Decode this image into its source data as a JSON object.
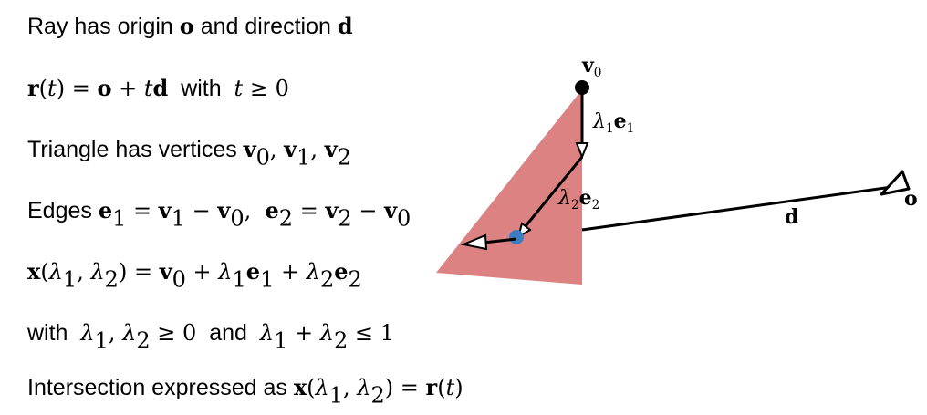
{
  "text_lines": {
    "line1": {
      "text_a": "Ray has origin",
      "o": "o",
      "text_b": "and direction",
      "d": "d"
    },
    "line2": {
      "r": "r",
      "t1": "t",
      "o": "o",
      "t2": "t",
      "d": "d",
      "text_with": "with",
      "t3": "t",
      "ge": "≥",
      "zero": "0"
    },
    "line3": {
      "text": "Triangle has vertices",
      "v": "v",
      "s0": "0",
      "s1": "1",
      "s2": "2"
    },
    "line4": {
      "text": "Edges",
      "e": "e",
      "v": "v",
      "s1": "1",
      "s0": "0",
      "s2": "2"
    },
    "line5": {
      "x": "x",
      "lam": "λ",
      "v": "v",
      "e": "e",
      "s0": "0",
      "s1": "1",
      "s2": "2"
    },
    "line6": {
      "text_with": "with",
      "text_and": "and",
      "lam": "λ",
      "ge": "≥",
      "le": "≤",
      "zero": "0",
      "one": "1",
      "s1": "1",
      "s2": "2"
    },
    "line7": {
      "text": "Intersection expressed as",
      "x": "x",
      "lam": "λ",
      "r": "r",
      "t": "t",
      "s1": "1",
      "s2": "2"
    }
  },
  "diagram": {
    "labels": {
      "v": "v",
      "v_sub": "0",
      "lambda": "λ",
      "e": "e",
      "one": "1",
      "two": "2",
      "d": "d",
      "o": "o"
    },
    "colors": {
      "triangle_fill": "#dc8283",
      "intersection_point": "#3b7fc2",
      "stroke": "#000000"
    }
  }
}
